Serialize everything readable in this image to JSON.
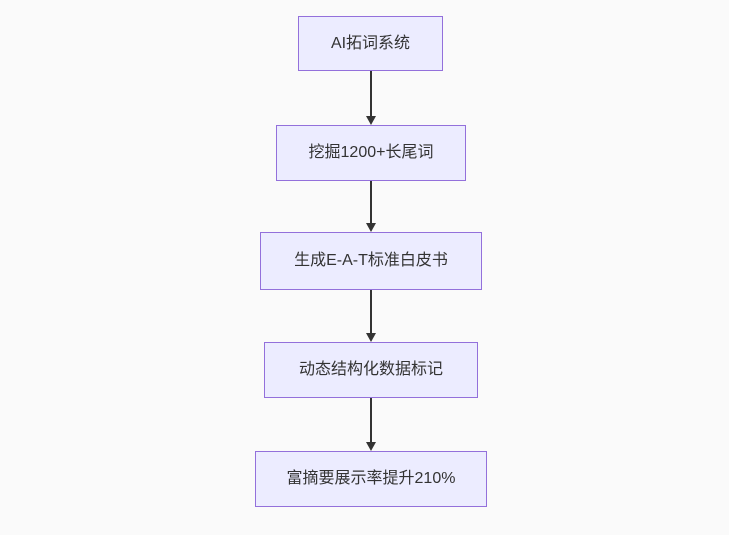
{
  "flowchart": {
    "type": "flowchart",
    "direction": "top-down",
    "nodes": [
      {
        "id": "node-0",
        "label": "AI拓词系统"
      },
      {
        "id": "node-1",
        "label": "挖掘1200+长尾词"
      },
      {
        "id": "node-2",
        "label": "生成E-A-T标准白皮书"
      },
      {
        "id": "node-3",
        "label": "动态结构化数据标记"
      },
      {
        "id": "node-4",
        "label": "富摘要展示率提升210%"
      }
    ],
    "edges": [
      {
        "from": "node-0",
        "to": "node-1",
        "arrow": "solid-arrowhead"
      },
      {
        "from": "node-1",
        "to": "node-2",
        "arrow": "solid-arrowhead"
      },
      {
        "from": "node-2",
        "to": "node-3",
        "arrow": "solid-arrowhead"
      },
      {
        "from": "node-3",
        "to": "node-4",
        "arrow": "solid-arrowhead"
      }
    ],
    "colors": {
      "node_fill": "#ececff",
      "node_border": "#9370db",
      "node_text": "#333333",
      "arrow": "#333333",
      "background": "#fafafa"
    }
  }
}
